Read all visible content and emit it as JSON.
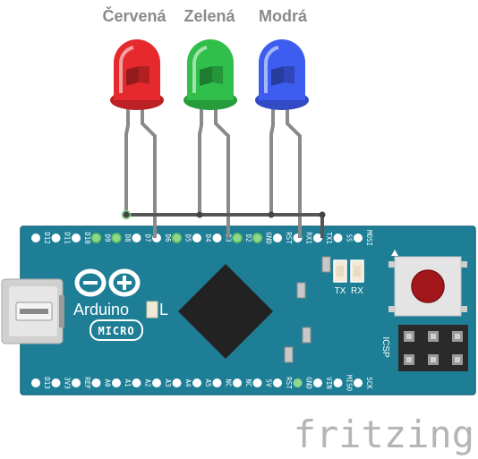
{
  "leds": [
    {
      "label": "Červená",
      "color": "#e5292c"
    },
    {
      "label": "Zelená",
      "color": "#2fbf4a"
    },
    {
      "label": "Modrá",
      "color": "#3d5cf0"
    }
  ],
  "board": {
    "logo_text": "Arduino",
    "logo_suffix": "L",
    "micro_label": "MICRO",
    "tx_label": "TX",
    "rx_label": "RX",
    "icsp_label": "ICSP",
    "color": "#1d7e96",
    "top_pins": [
      "D12",
      "D11",
      "D10",
      "D9",
      "D8",
      "D7",
      "D6",
      "D5",
      "D4",
      "D3",
      "D2",
      "GND",
      "RST",
      "RX1",
      "TX1",
      "SS",
      "MOSI"
    ],
    "bottom_pins": [
      "D13",
      "3V3",
      "REF",
      "A0",
      "A1",
      "A2",
      "A3",
      "A4",
      "A5",
      "NC",
      "NC",
      "5V",
      "RST",
      "GND",
      "VIN",
      "MISO",
      "SCK"
    ]
  },
  "brand": "fritzing"
}
